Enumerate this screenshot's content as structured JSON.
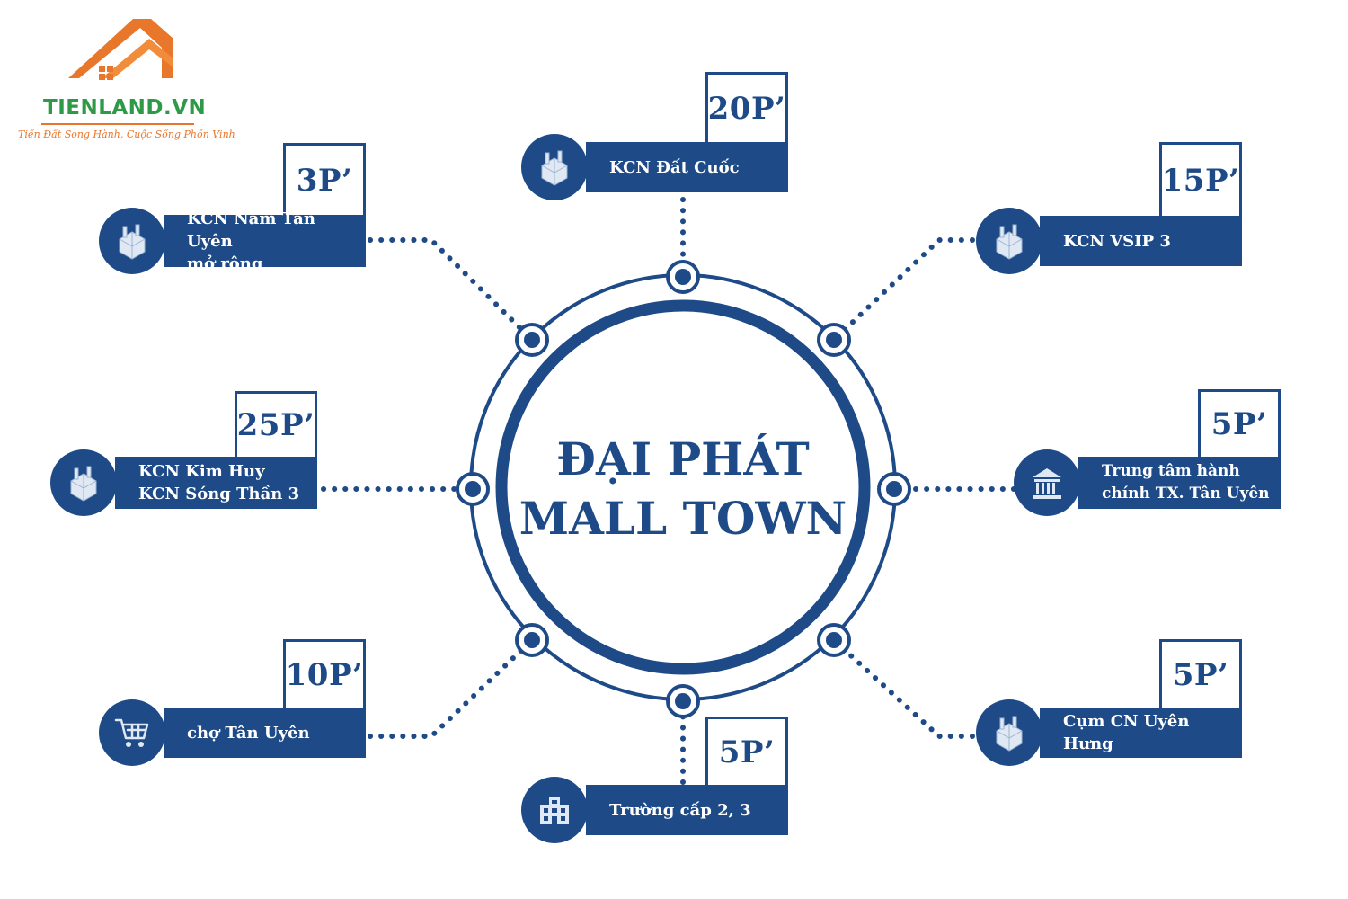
{
  "logo": {
    "name": "TIENLAND.VN",
    "slogan": "Tiến Đất Song Hành, Cuộc Sống Phồn Vinh",
    "roof_color": "#e8762b",
    "name_color": "#2e9a47"
  },
  "center": {
    "line1": "ĐẠI PHÁT",
    "line2": "MALL TOWN"
  },
  "colors": {
    "primary": "#1e4b88",
    "background": "#ffffff"
  },
  "nodes": [
    {
      "id": "dat-cuoc",
      "time": "20P’",
      "lines": [
        "KCN Đất Cuốc"
      ],
      "icon": "factory-icon"
    },
    {
      "id": "vsip3",
      "time": "15P’",
      "lines": [
        "KCN VSIP 3"
      ],
      "icon": "factory-icon"
    },
    {
      "id": "trung-tam",
      "time": "5P’",
      "lines": [
        "Trung tâm hành",
        "chính TX. Tân Uyên"
      ],
      "icon": "government-building-icon"
    },
    {
      "id": "uyen-hung",
      "time": "5P’",
      "lines": [
        "Cụm CN Uyên Hưng"
      ],
      "icon": "factory-icon"
    },
    {
      "id": "truong",
      "time": "5P’",
      "lines": [
        "Trường cấp 2, 3"
      ],
      "icon": "school-icon"
    },
    {
      "id": "cho",
      "time": "10P’",
      "lines": [
        "chợ Tân Uyên"
      ],
      "icon": "shopping-cart-icon"
    },
    {
      "id": "kim-huy",
      "time": "25P’",
      "lines": [
        "KCN Kim Huy",
        "KCN Sóng Thần 3"
      ],
      "icon": "factory-icon"
    },
    {
      "id": "nam-tan-uyen",
      "time": "3P’",
      "lines": [
        "KCN Nam Tân Uyên",
        "mở rộng"
      ],
      "icon": "factory-icon"
    }
  ]
}
